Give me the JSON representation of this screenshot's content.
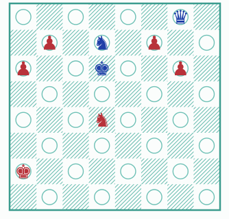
{
  "board": {
    "files": 8,
    "ranks": 8,
    "colors": {
      "paper": "#fbfdfc",
      "hatch": "#3eaa9a",
      "border": "#3b9c8e",
      "square_ring": "#6fc1b6",
      "red_piece": "#b8323a",
      "blue_piece": "#1f3fa8"
    },
    "light_square_style": "circle-ring",
    "dark_square_style": "diagonal-hatch",
    "top_left_square": "light"
  },
  "pieces": [
    {
      "id": "blue-queen",
      "name": "queen",
      "side": "blue",
      "row": 0,
      "col": 6,
      "glyph": "♛"
    },
    {
      "id": "red-pawn-1",
      "name": "pawn",
      "side": "red",
      "row": 1,
      "col": 1,
      "glyph": "♟"
    },
    {
      "id": "blue-knight",
      "name": "knight",
      "side": "blue",
      "row": 1,
      "col": 3,
      "glyph": "♞"
    },
    {
      "id": "red-pawn-2",
      "name": "pawn",
      "side": "red",
      "row": 1,
      "col": 5,
      "glyph": "♟"
    },
    {
      "id": "red-pawn-3",
      "name": "pawn",
      "side": "red",
      "row": 2,
      "col": 0,
      "glyph": "♟"
    },
    {
      "id": "blue-king",
      "name": "king",
      "side": "blue",
      "row": 2,
      "col": 3,
      "glyph": "♚"
    },
    {
      "id": "red-pawn-4",
      "name": "pawn",
      "side": "red",
      "row": 2,
      "col": 6,
      "glyph": "♟"
    },
    {
      "id": "red-knight",
      "name": "knight",
      "side": "red",
      "row": 4,
      "col": 3,
      "glyph": "♞"
    },
    {
      "id": "red-king",
      "name": "king",
      "side": "red",
      "row": 6,
      "col": 0,
      "glyph": "♚"
    }
  ]
}
